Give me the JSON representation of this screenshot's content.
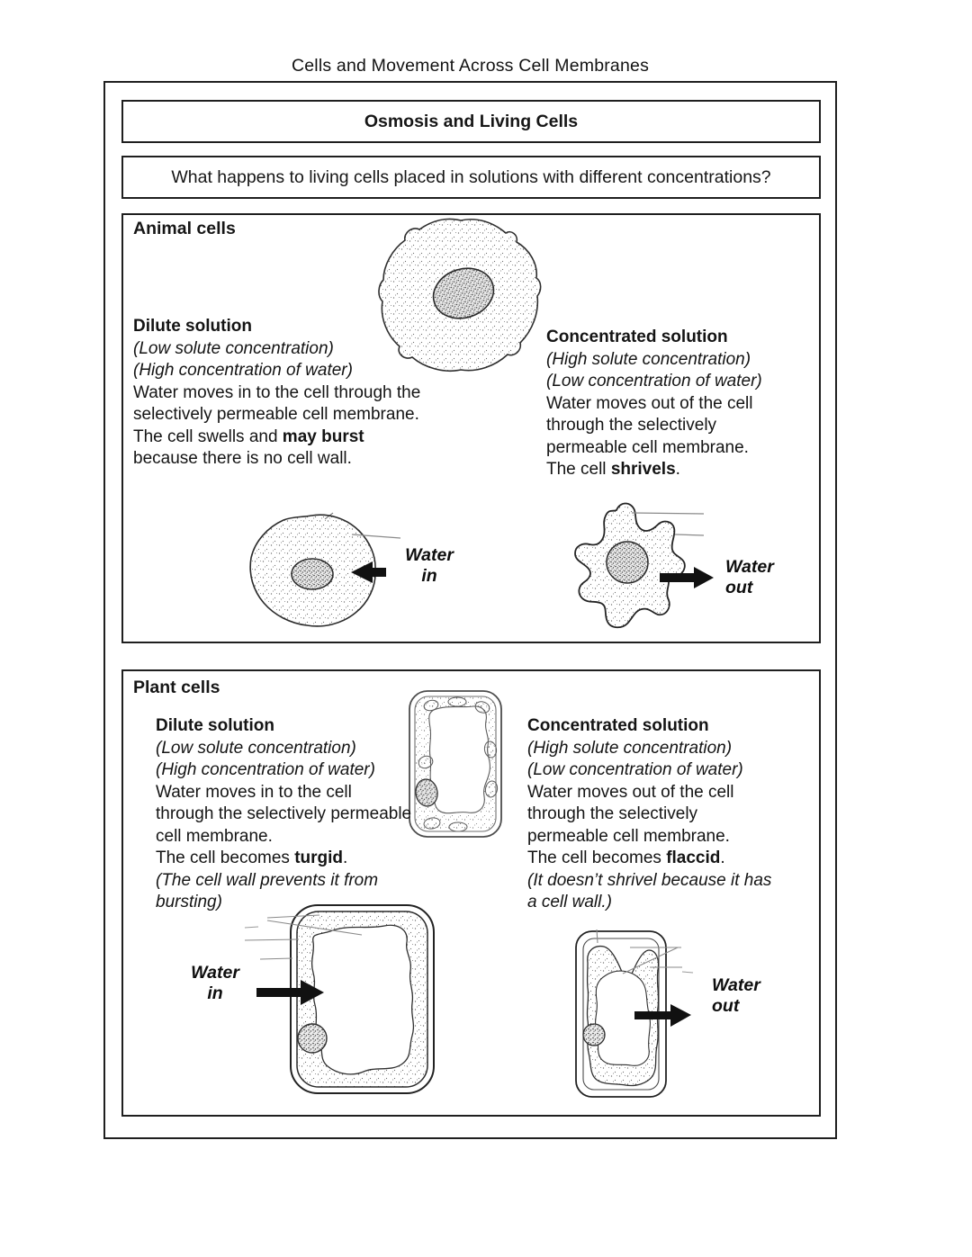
{
  "page_title": "Cells and Movement Across Cell Membranes",
  "banner": {
    "title": "Osmosis and Living Cells"
  },
  "question": "What happens to living cells placed in solutions with different concentrations?",
  "animal_section": {
    "title": "Animal cells",
    "dilute": {
      "heading": "Dilute solution",
      "note1": "(Low solute concentration)",
      "note2": "(High concentration of water)",
      "body": "Water moves in to the cell through the selectively permeable cell membrane.",
      "result_pre": "The cell swells and ",
      "result_bold": "may burst",
      "result_post": " because there is no cell wall."
    },
    "concentrated": {
      "heading": "Concentrated solution",
      "note1": "(High solute concentration)",
      "note2": "(Low concentration of water)",
      "body": "Water moves out of the cell through the selectively permeable cell membrane.",
      "result_pre": "The cell ",
      "result_bold": "shrivels",
      "result_post": "."
    },
    "water_in": {
      "line1": "Water",
      "line2": "in"
    },
    "water_out": {
      "line1": "Water",
      "line2": "out"
    }
  },
  "plant_section": {
    "title": "Plant cells",
    "dilute": {
      "heading": "Dilute solution",
      "note1": "(Low solute concentration)",
      "note2": "(High concentration of water)",
      "body": "Water moves in to the cell through the selectively permeable cell membrane.",
      "result_pre": "The cell becomes ",
      "result_bold": "turgid",
      "result_post": ".",
      "note3": "(The cell wall prevents it from bursting)"
    },
    "concentrated": {
      "heading": "Concentrated solution",
      "note1": "(High solute concentration)",
      "note2": "(Low concentration of water)",
      "body": "Water moves out of the cell through the selectively permeable cell membrane.",
      "result_pre": "The cell becomes ",
      "result_bold": "flaccid",
      "result_post": ".",
      "note3": "(It doesn’t shrivel because it has a cell wall.)"
    },
    "water_in": {
      "line1": "Water",
      "line2": "in"
    },
    "water_out": {
      "line1": "Water",
      "line2": "out"
    }
  },
  "colors": {
    "ink": "#161616",
    "border": "#1f1f1f",
    "label_line": "#8a8a8a"
  }
}
